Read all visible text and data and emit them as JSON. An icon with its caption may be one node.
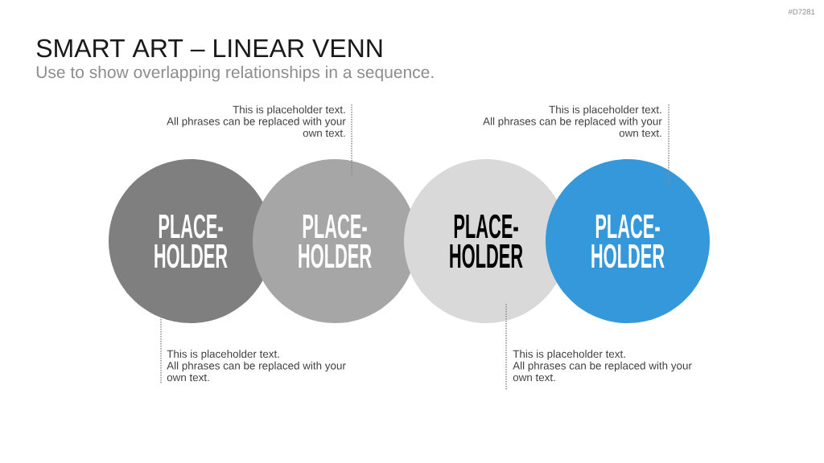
{
  "diagram": {
    "title": "SMART ART – LINEAR VENN",
    "nodes": [
      {
        "text": [
          "This is placeholder text.",
          "All phrases can be replaced with your own text."
        ]
      },
      {
        "text": [
          "This is placeholder text.",
          "All phrases can be replaced with your own text."
        ]
      },
      {
        "text": [
          "PLACE- HOLDER"
        ]
      },
      {
        "text": [
          "PLACE- HOLDER"
        ]
      },
      {
        "text": [
          "PLACE- HOLDER"
        ]
      },
      {
        "text": [
          "PLACE- HOLDER"
        ]
      },
      {
        "text": [
          "This is placeholder text.",
          "All phrases can be replaced with your own text."
        ]
      },
      {
        "text": [
          "This is placeholder text.",
          "All phrases can be replaced with your own text."
        ]
      }
    ],
    "edges": [
      {
        "from": 0,
        "to": 3,
        "arrow": "none"
      },
      {
        "from": 1,
        "to": 5,
        "arrow": "none"
      },
      {
        "from": 6,
        "to": 2,
        "arrow": "none"
      },
      {
        "from": 7,
        "to": 4,
        "arrow": "none"
      }
    ],
    "labels": [
      "#D7281",
      "Use to show overlapping relationships in a sequence."
    ]
  }
}
